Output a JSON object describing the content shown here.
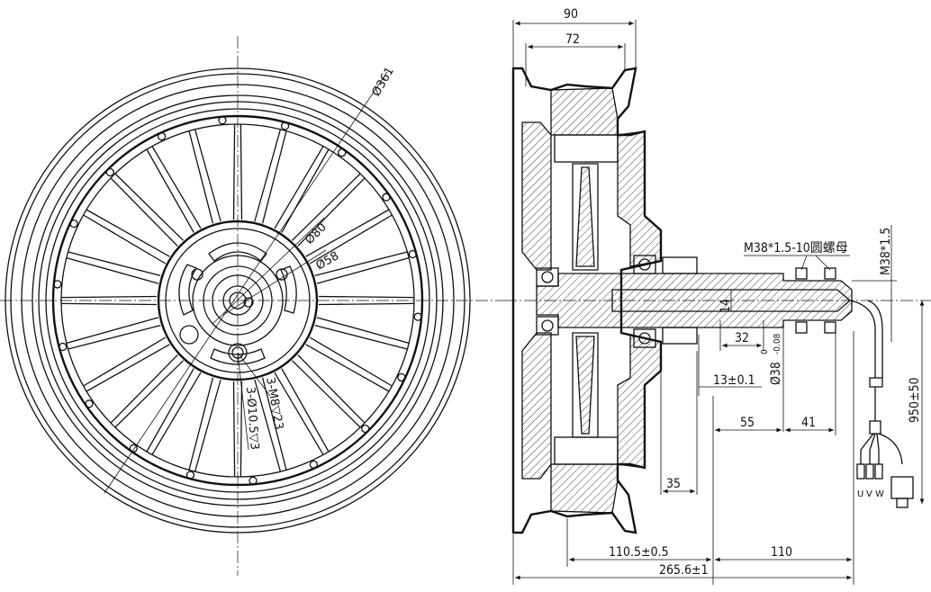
{
  "front_view": {
    "dia_rim": "Ø361",
    "dia_80": "Ø80",
    "dia_58": "Ø58",
    "holes_m8": "3-M8▽23",
    "holes_10_5": "3-Ø10.5▽3"
  },
  "side_view": {
    "dim_90": "90",
    "dim_72": "72",
    "thread_note": "M38*1.5-10圆螺母",
    "thread_m38": "M38*1.5",
    "dim_14": "14",
    "dim_32": "32",
    "dim_13": "13±0.1",
    "dim_38": "Ø38",
    "tol_38_upper": "0",
    "tol_38_lower": "-0.08",
    "dim_950": "950±50",
    "dim_55": "55",
    "dim_41": "41",
    "dim_35": "35",
    "wire_u": "U",
    "wire_v": "V",
    "wire_w": "W",
    "dim_110_5": "110.5±0.5",
    "dim_110": "110",
    "dim_265": "265.6±1"
  }
}
